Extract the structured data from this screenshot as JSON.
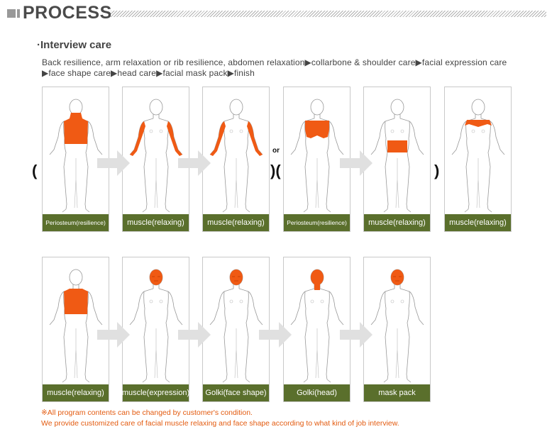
{
  "header": {
    "title": "PROCESS"
  },
  "section": {
    "subtitle": "·Interview care"
  },
  "description": {
    "line1": "Back resilience, arm relaxation or rib resilience, abdomen relaxation▶collarbone & shoulder care▶facial expression care",
    "line2": "▶face shape care▶head care▶facial mask pack▶finish"
  },
  "row1": [
    {
      "caption": "Periosteum(resilience)",
      "region": "back"
    },
    {
      "caption": "muscle(relaxing)",
      "region": "arms-front"
    },
    {
      "caption": "muscle(relaxing)",
      "region": "arms-back"
    },
    {
      "caption": "Periosteum(resilience)",
      "region": "ribs"
    },
    {
      "caption": "muscle(relaxing)",
      "region": "abdomen"
    },
    {
      "caption": "muscle(relaxing)",
      "region": "shoulders"
    }
  ],
  "row2": [
    {
      "caption": "muscle(relaxing)",
      "region": "upper-back"
    },
    {
      "caption": "muscle(expression)",
      "region": "face"
    },
    {
      "caption": "Golki(face shape)",
      "region": "face"
    },
    {
      "caption": "Golki(head)",
      "region": "head-back"
    },
    {
      "caption": "mask pack",
      "region": "face"
    }
  ],
  "symbols": {
    "open_paren": "(",
    "mid_paren": ")(",
    "close_paren": ")",
    "or": "or"
  },
  "notes": {
    "line1": "※All program contents can be changed by customer's condition.",
    "line2": "We provide customized care of facial muscle relaxing and face shape according to what kind of job interview."
  },
  "colors": {
    "accent": "#f05a14",
    "caption_bg": "#5a6f2c",
    "note": "#e35b10"
  }
}
